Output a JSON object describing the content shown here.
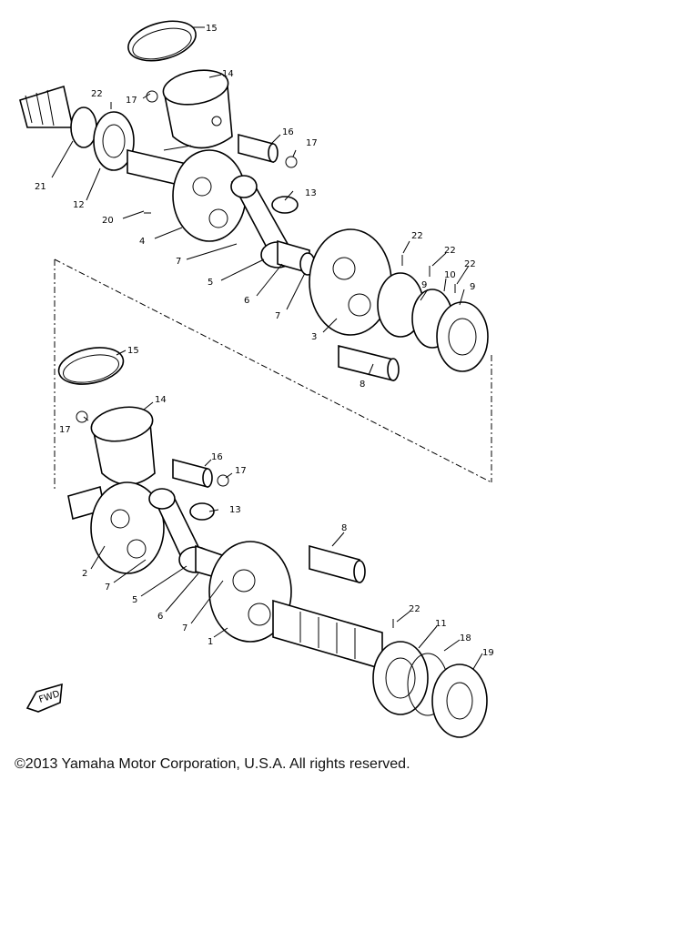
{
  "copyright": "©2013 Yamaha Motor Corporation, U.S.A. All rights reserved.",
  "fwd_label": "FWD",
  "callouts": [
    "15",
    "14",
    "22",
    "17",
    "16",
    "17",
    "21",
    "12",
    "13",
    "20",
    "4",
    "7",
    "5",
    "6",
    "7",
    "3",
    "22",
    "9",
    "22",
    "10",
    "22",
    "9",
    "8",
    "15",
    "14",
    "17",
    "16",
    "17",
    "13",
    "8",
    "2",
    "7",
    "5",
    "6",
    "7",
    "1",
    "22",
    "11",
    "18",
    "19"
  ]
}
